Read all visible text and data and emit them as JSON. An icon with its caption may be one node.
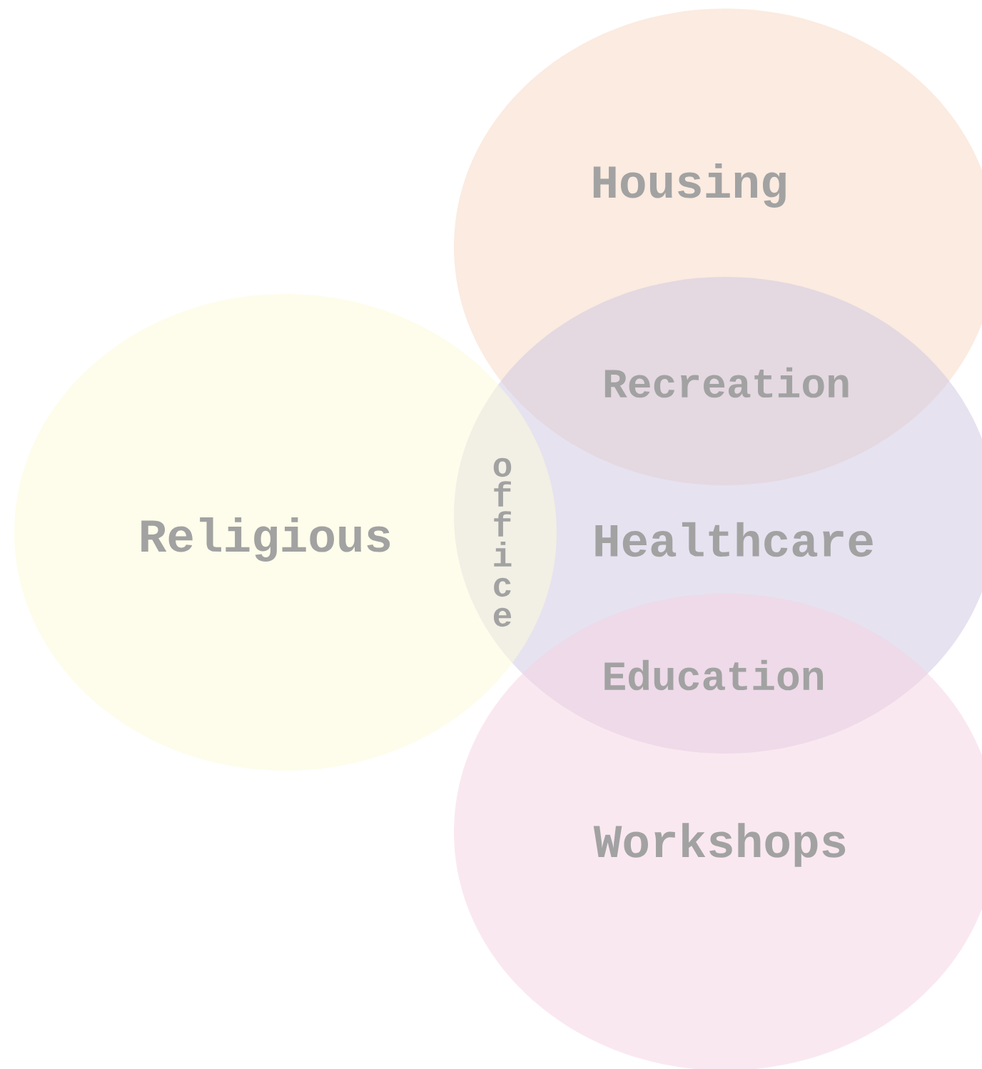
{
  "diagram": {
    "nodes": [
      {
        "text": [
          "Housing"
        ]
      },
      {
        "text": [
          "Religious"
        ]
      },
      {
        "text": [
          "Healthcare"
        ]
      },
      {
        "text": [
          "Workshops"
        ]
      }
    ],
    "labels": [
      "Recreation",
      "office",
      "Education"
    ]
  }
}
